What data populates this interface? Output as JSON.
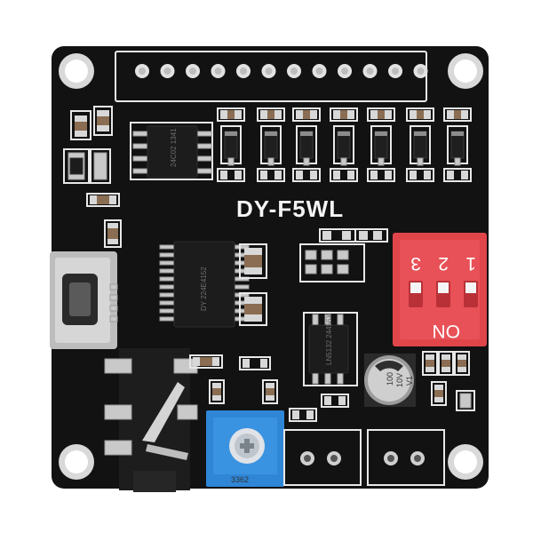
{
  "board": {
    "model_label": "DY-F5WL",
    "main_chip_text": "DY 224E4152",
    "top_chip_text": "24C02 1341",
    "regulator_text": "LN5132 24456X",
    "dip_switch": {
      "numbers": [
        "3",
        "2",
        "1"
      ],
      "on_label": "ON"
    },
    "capacitor": {
      "value": "100",
      "voltage": "10V",
      "part": "V1"
    },
    "potentiometer_code": "3362"
  },
  "colors": {
    "pcb": "#121212",
    "dip_switch": "#e0454a",
    "potentiometer": "#2f86d6",
    "silkscreen": "#e8e8e8"
  }
}
